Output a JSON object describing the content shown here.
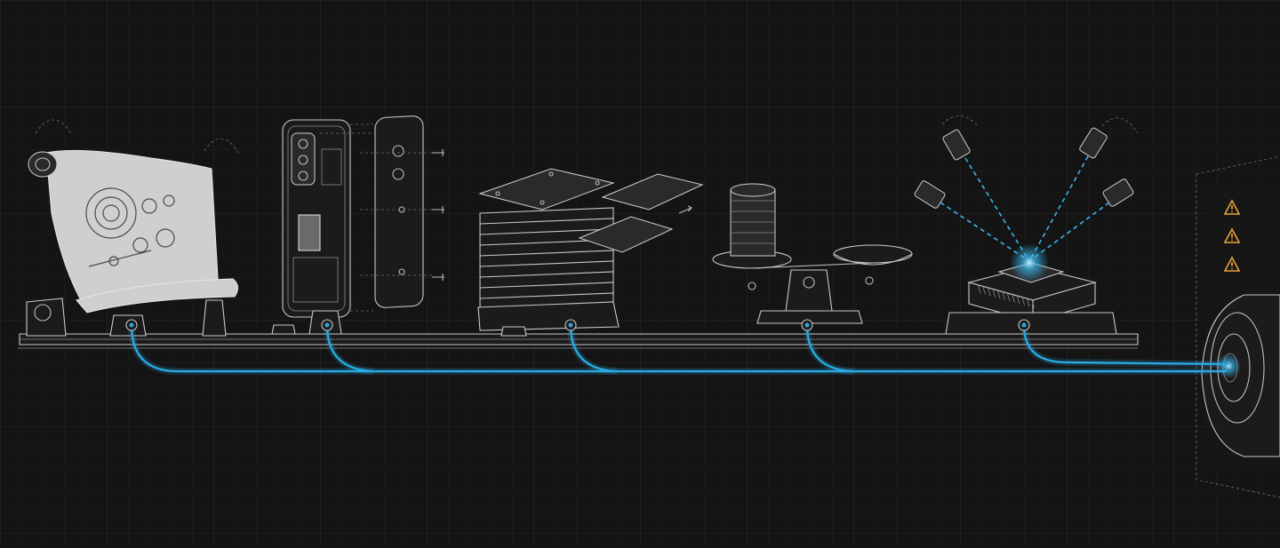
{
  "scene": {
    "stations": [
      {
        "name": "blueprint-scroll"
      },
      {
        "name": "smartphone-exploded"
      },
      {
        "name": "stacked-plates"
      },
      {
        "name": "balance-scale"
      },
      {
        "name": "chip-inspection"
      },
      {
        "name": "vault-box"
      }
    ],
    "warning_icons": 3,
    "colors": {
      "background": "#141414",
      "grid": "#262626",
      "line_art": "#c8c8c8",
      "cable": "#2aa8e0",
      "warning": "#e8a33a"
    }
  }
}
